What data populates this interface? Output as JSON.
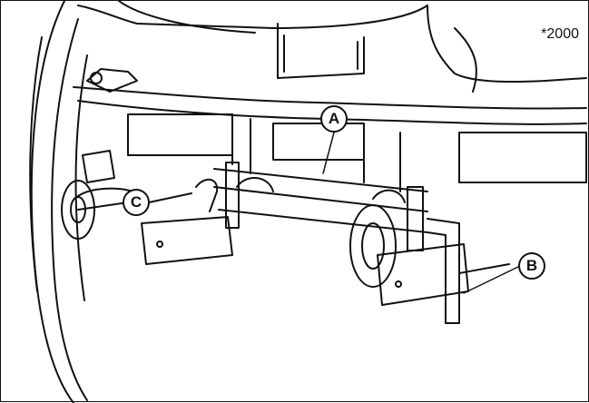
{
  "figure": {
    "id_text": "*2000",
    "callouts": {
      "a": "A",
      "b": "B",
      "c": "C"
    },
    "ink_color": "#111111",
    "paper_color": "#ffffff"
  }
}
